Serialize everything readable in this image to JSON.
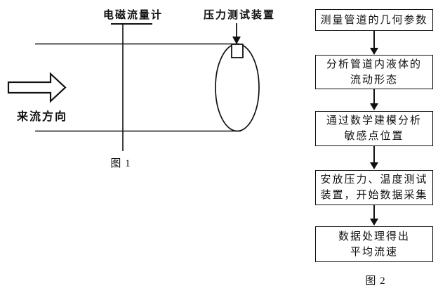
{
  "figure1": {
    "flowmeter_label": "电磁流量计",
    "pressure_device_label": "压力测试装置",
    "flow_direction_label": "来流方向",
    "caption": "图 1"
  },
  "figure2": {
    "steps": [
      {
        "lines": [
          "测量管道的几何参数"
        ]
      },
      {
        "lines": [
          "分析管道内液体的",
          "流动形态"
        ]
      },
      {
        "lines": [
          "通过数学建模分析",
          "敏感点位置"
        ]
      },
      {
        "lines": [
          "安放压力、温度测试",
          "装置，开始数据采集"
        ]
      },
      {
        "lines": [
          "数据处理得出",
          "平均流速"
        ]
      }
    ],
    "caption": "图 2"
  },
  "colors": {
    "ink": "#111111",
    "background": "#ffffff"
  }
}
